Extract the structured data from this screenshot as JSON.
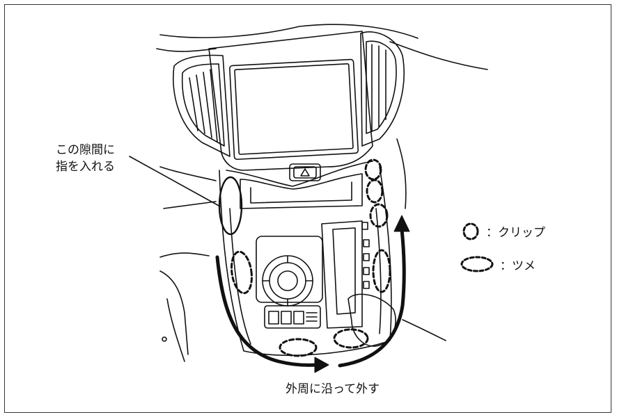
{
  "callout": {
    "line1": "この隙間に",
    "line2": "指を入れる"
  },
  "instruction": "外周に沿って外す",
  "legend": {
    "clip": {
      "symbol": "clip-circle",
      "label": "：クリップ"
    },
    "tab": {
      "symbol": "tab-ellipse",
      "label": "：ツメ"
    }
  },
  "colors": {
    "line": "#111111",
    "background": "#ffffff"
  }
}
